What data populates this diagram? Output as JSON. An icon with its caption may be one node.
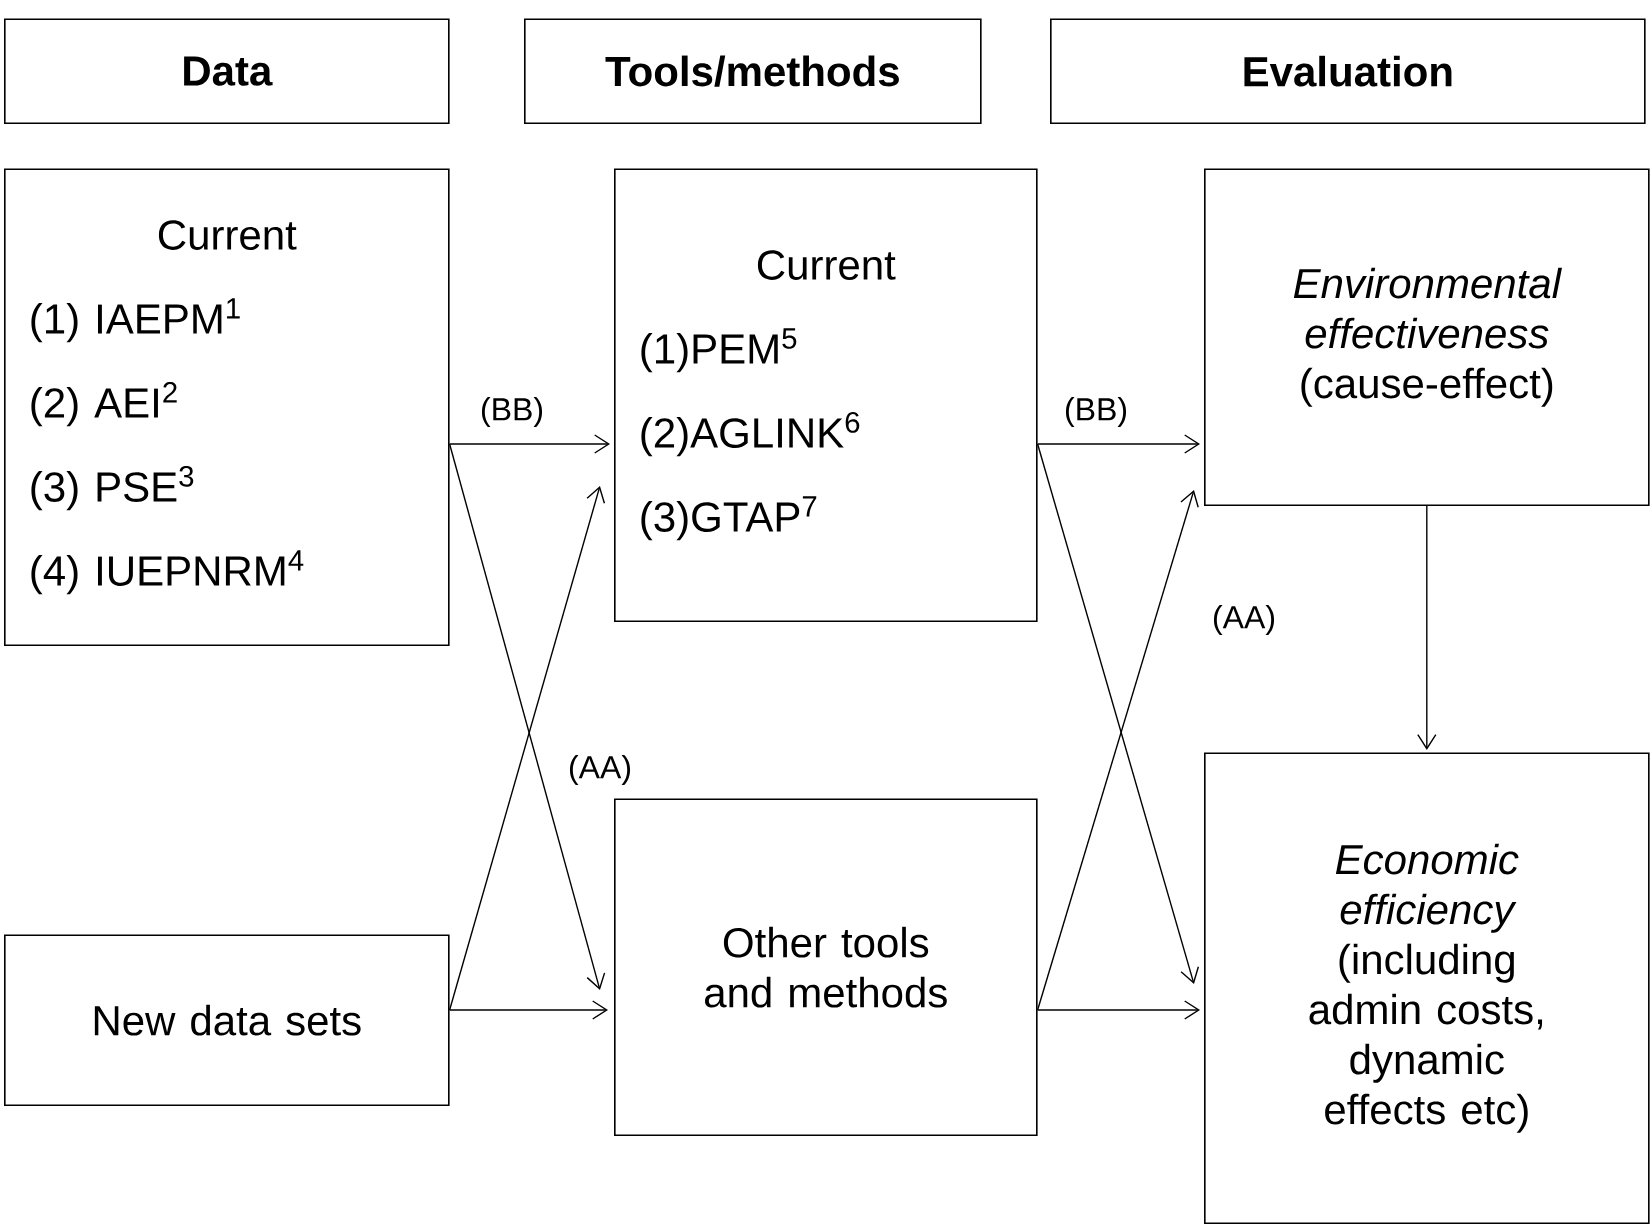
{
  "diagram": {
    "nodes": [
      {
        "text": [
          "Data"
        ]
      },
      {
        "text": [
          "Tools/methods"
        ]
      },
      {
        "text": [
          "Evaluation"
        ]
      },
      {
        "text": [
          "Current",
          "(1) IAEPM$^{1}$",
          "(2) AEI$^{2}$",
          "(3) PSE$^{3}$",
          "(4) IUEPNRM$^{4}$"
        ]
      },
      {
        "text": [
          "Current",
          "(1)PEM$^{5}$",
          "(2)AGLINK$^{6}$",
          "(3)GTAP$^{7}$"
        ]
      },
      {
        "text": [
          "*Environmental effectiveness* (cause-effect)"
        ]
      },
      {
        "text": [
          "New data sets"
        ]
      },
      {
        "text": [
          "Other tools and methods"
        ]
      },
      {
        "text": [
          "*Economic efficiency* (including admin costs, dynamic effects etc)"
        ]
      }
    ],
    "edges": [
      {
        "from": 3,
        "to": 4,
        "arrow": "to",
        "label": "(BB)"
      },
      {
        "from": 3,
        "to": 7,
        "arrow": "to"
      },
      {
        "from": 6,
        "to": 7,
        "arrow": "to"
      },
      {
        "from": 6,
        "to": 4,
        "arrow": "to",
        "label": "(AA)"
      },
      {
        "from": 4,
        "to": 5,
        "arrow": "to",
        "label": "(BB)"
      },
      {
        "from": 4,
        "to": 8,
        "arrow": "to"
      },
      {
        "from": 7,
        "to": 8,
        "arrow": "to"
      },
      {
        "from": 7,
        "to": 5,
        "arrow": "to",
        "label": "(AA)"
      },
      {
        "from": 5,
        "to": 8,
        "arrow": "to"
      }
    ]
  }
}
